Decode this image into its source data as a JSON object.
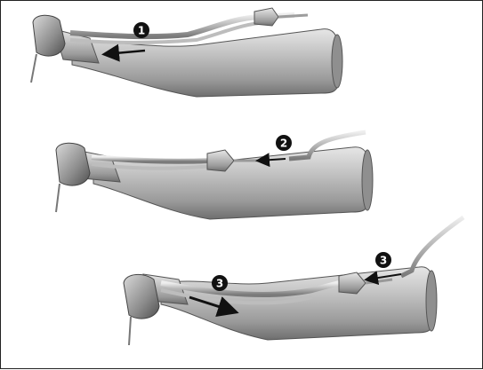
{
  "callouts": {
    "step_1": "1",
    "step_2": "2",
    "step_3a": "3",
    "step_3b": "3"
  },
  "colors": {
    "handpiece_body": "#b9b9b9",
    "handpiece_dark": "#6b6b6b",
    "badge": "#111111",
    "arrow": "#111111"
  }
}
